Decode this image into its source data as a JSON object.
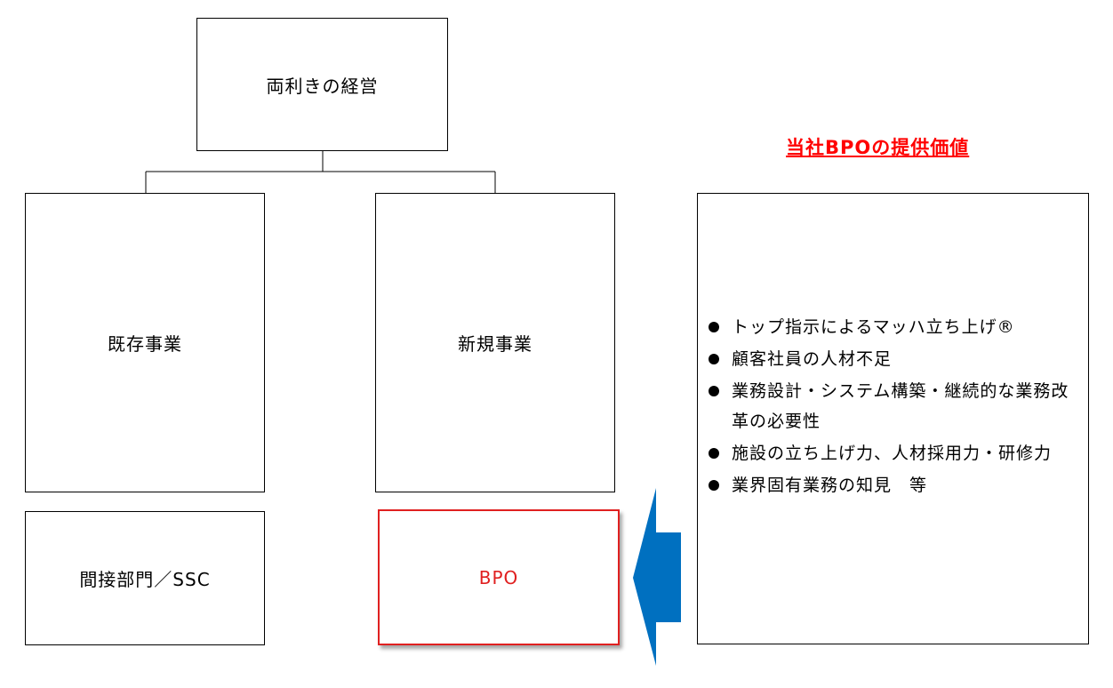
{
  "org": {
    "top_label": "両利きの経営",
    "existing_label": "既存事業",
    "new_label": "新規事業",
    "indirect_label": "間接部門／SSC",
    "bpo_label": "BPO"
  },
  "value_panel": {
    "title": "当社BPOの提供価値",
    "items": [
      "トップ指示によるマッハ立ち上げ®",
      "顧客社員の人材不足",
      "業務設計・システム構築・継続的な業務改革の必要性",
      "施設の立ち上げ力、人材採用力・研修力",
      "業界固有業務の知見　等"
    ]
  },
  "colors": {
    "accent_red": "#e02020",
    "title_red": "#ff0000",
    "arrow_blue": "#0070c0"
  }
}
